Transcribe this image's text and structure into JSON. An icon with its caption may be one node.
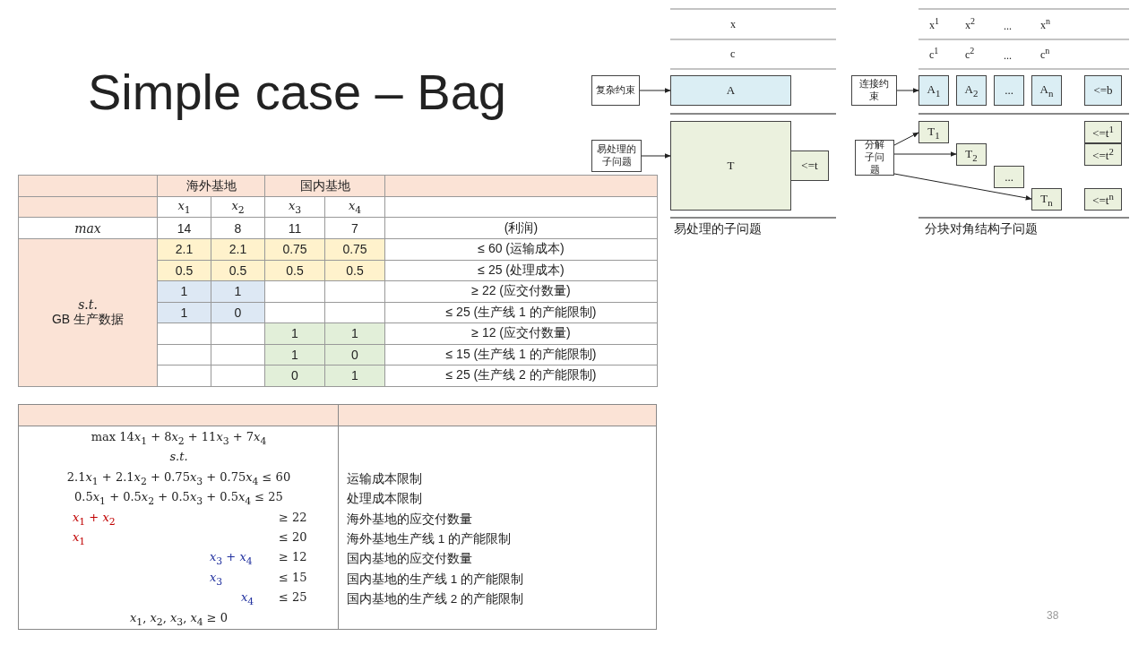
{
  "diagram": {
    "title": "Simple case – Bag",
    "nodes": [
      {
        "text": [
          "复杂约束"
        ]
      },
      {
        "text": [
          "A"
        ]
      },
      {
        "text": [
          "易处理的子问题"
        ]
      },
      {
        "text": [
          "T"
        ]
      },
      {
        "text": [
          "<=t"
        ]
      },
      {
        "text": [
          "连接约束"
        ]
      },
      {
        "text": [
          "A$_{1}$"
        ]
      },
      {
        "text": [
          "A$_{2}$"
        ]
      },
      {
        "text": [
          "..."
        ]
      },
      {
        "text": [
          "A$_{n}$"
        ]
      },
      {
        "text": [
          "<=b"
        ]
      },
      {
        "text": [
          "分解子问题"
        ]
      },
      {
        "text": [
          "T$_{1}$"
        ]
      },
      {
        "text": [
          "T$_{2}$"
        ]
      },
      {
        "text": [
          "..."
        ]
      },
      {
        "text": [
          "T$_{n}$"
        ]
      },
      {
        "text": [
          "<=t$^{1}$"
        ]
      },
      {
        "text": [
          "<=t$^{2}$"
        ]
      },
      {
        "text": [
          "<=t$^{n}$"
        ]
      }
    ],
    "edges": [
      {
        "from": 0,
        "to": 1,
        "arrow": "to"
      },
      {
        "from": 2,
        "to": 3,
        "arrow": "to"
      },
      {
        "from": 5,
        "to": 6,
        "arrow": "to"
      },
      {
        "from": 11,
        "to": 12,
        "arrow": "to"
      },
      {
        "from": 11,
        "to": 13,
        "arrow": "to"
      },
      {
        "from": 11,
        "to": 15,
        "arrow": "to"
      }
    ],
    "labels": [
      "x",
      "c",
      "x$^{1}$",
      "x$^{2}$",
      "...",
      "x$^{n}$",
      "c$^{1}$",
      "c$^{2}$",
      "...",
      "c$^{n}$",
      "易处理的子问题",
      "分块对角结构子问题",
      "海外基地",
      "国内基地",
      "*x*$_{1}$",
      "*x*$_{2}$",
      "*x*$_{3}$",
      "*x*$_{4}$",
      "max",
      "14",
      "8",
      "11",
      "7",
      "(利润)",
      "s.t.",
      "GB 生产数据",
      "2.1",
      "2.1",
      "0.75",
      "0.75",
      "≤ 60 (运输成本)",
      "0.5",
      "0.5",
      "0.5",
      "0.5",
      "≤ 25 (处理成本)",
      "1",
      "1",
      "≥ 22 (应交付数量)",
      "1",
      "0",
      "≤ 25 (生产线 1 的产能限制)",
      "1",
      "1",
      "≥ 12 (应交付数量)",
      "1",
      "0",
      "≤ 15 (生产线 1 的产能限制)",
      "0",
      "1",
      "≤ 25 (生产线 2 的产能限制)",
      "max 14𝑥$_{1}$ + 8𝑥$_{2}$ + 11𝑥$_{3}$ + 7𝑥$_{4}$",
      "s.t.",
      "2.1𝑥$_{1}$ + 2.1𝑥$_{2}$ + 0.75𝑥$_{3}$ + 0.75𝑥$_{4}$ ≤ 60",
      "运输成本限制",
      "0.5𝑥$_{1}$ + 0.5𝑥$_{2}$ + 0.5𝑥$_{3}$ + 0.5𝑥$_{4}$ ≤ 25",
      "处理成本限制",
      "𝑥$_{1}$ + 𝑥$_{2}$",
      "≥ 22",
      "海外基地的应交付数量",
      "𝑥$_{1}$",
      "≤ 20",
      "海外基地生产线 1 的产能限制",
      "𝑥$_{3}$ + 𝑥$_{4}$",
      "≥ 12",
      "国内基地的应交付数量",
      "𝑥$_{3}$",
      "≤ 15",
      "国内基地的生产线 1 的产能限制",
      "𝑥$_{4}$",
      "≤ 25",
      "国内基地的生产线 2 的产能限制",
      "𝑥$_{1}$, 𝑥$_{2}$, 𝑥$_{3}$, 𝑥$_{4}$ ≥ 0",
      "38"
    ]
  }
}
